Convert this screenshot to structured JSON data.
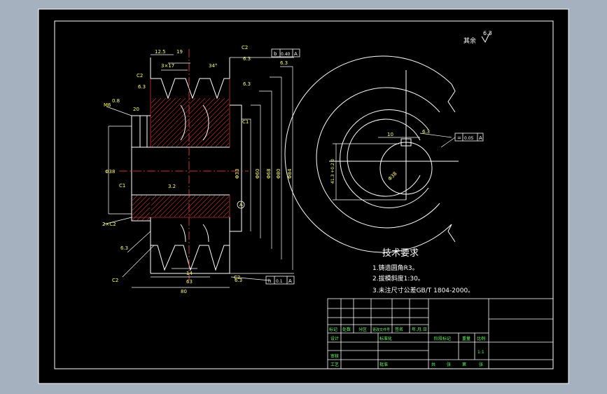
{
  "colors": {
    "frame_bg": "#a6b1c0",
    "drawing_bg": "#000000",
    "line": "#ffffff",
    "hatch": "#cc3333",
    "center_line": "#ff4444",
    "title_text": "#ffff66",
    "table_text": "#66ff66"
  },
  "surface_finish_note": {
    "label": "其余",
    "value": "6.3"
  },
  "front_view": {
    "dims_top": [
      "12.5",
      "19",
      "3×17",
      "34°"
    ],
    "chamfer_top": [
      "C2",
      "C2"
    ],
    "roughness": [
      "6.3",
      "6.3",
      "6.3",
      "0.8",
      "3.2",
      "6.3",
      "6.3",
      "6.3"
    ],
    "left_labels": [
      "M6",
      "20",
      "Φ38",
      "C1",
      "2×C2",
      "C2"
    ],
    "bottom_dims": [
      "14",
      "63",
      "80"
    ],
    "right_labels": [
      "C1",
      "C2",
      "A"
    ],
    "vertical_dims": [
      "Φ33",
      "Φ60",
      "Φ68",
      "Φ80",
      "Φ84"
    ],
    "runout_tol_top": {
      "symbol": "b",
      "value": "0.40",
      "datum": "A"
    },
    "runout_tol_bottom": {
      "symbol": "h",
      "value": "0.1",
      "datum": "A"
    }
  },
  "side_view": {
    "dims": [
      "10",
      "41.3 +0.2 0",
      "Φ38"
    ],
    "roughness": "6.3",
    "symmetry_tol": {
      "symbol": "=",
      "value": "0.05",
      "datum": "A"
    }
  },
  "tech_requirements": {
    "title": "技术要求",
    "items": [
      "1.铸造圆角R3。",
      "2.拔模斜度1:30。",
      "3.未注尺寸公差GB/T 1804-2000。"
    ]
  },
  "title_block": {
    "row_labels": [
      "标记",
      "处数",
      "分区",
      "更改文件号",
      "签名",
      "年.月.日"
    ],
    "left_labels": [
      "设计",
      "标准化",
      "审核",
      "工艺",
      "批准"
    ],
    "right_labels": [
      "阶段标记",
      "重量",
      "比例",
      "1:1"
    ],
    "bottom_labels": [
      "共",
      "张",
      "第",
      "张"
    ]
  }
}
